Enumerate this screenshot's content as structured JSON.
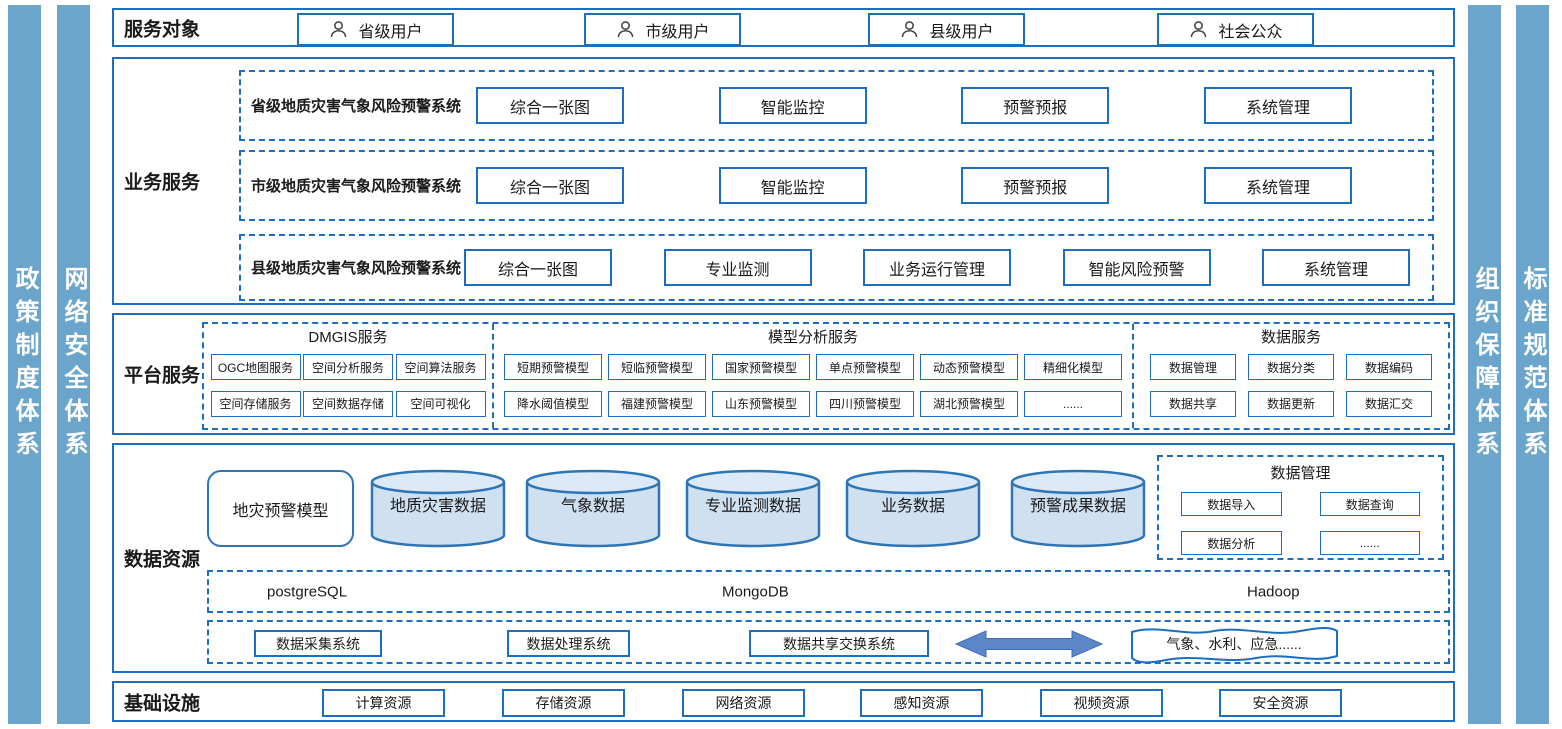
{
  "colors": {
    "accent": "#1b6ec2",
    "side_bar": "#6ba5cb",
    "cylinder_fill": "#cfe0f1",
    "cylinder_border": "#2e75b6",
    "arrow": "#5b87c8"
  },
  "side_bars": {
    "left": [
      "政策制度体系",
      "网络安全体系"
    ],
    "right": [
      "组织保障体系",
      "标准规范体系"
    ]
  },
  "service_targets": {
    "label": "服务对象",
    "items": [
      "省级用户",
      "市级用户",
      "县级用户",
      "社会公众"
    ]
  },
  "business_services": {
    "label": "业务服务",
    "systems": [
      {
        "name": "省级地质灾害气象风险预警系统",
        "modules": [
          "综合一张图",
          "智能监控",
          "预警预报",
          "系统管理"
        ]
      },
      {
        "name": "市级地质灾害气象风险预警系统",
        "modules": [
          "综合一张图",
          "智能监控",
          "预警预报",
          "系统管理"
        ]
      },
      {
        "name": "县级地质灾害气象风险预警系统",
        "modules": [
          "综合一张图",
          "专业监测",
          "业务运行管理",
          "智能风险预警",
          "系统管理"
        ]
      }
    ]
  },
  "platform_services": {
    "label": "平台服务",
    "groups": [
      {
        "title": "DMGIS服务",
        "rows": [
          [
            "OGC地图服务",
            "空间分析服务",
            "空间算法服务"
          ],
          [
            "空间存储服务",
            "空间数据存储",
            "空间可视化"
          ]
        ]
      },
      {
        "title": "模型分析服务",
        "rows": [
          [
            "短期预警模型",
            "短临预警模型",
            "国家预警模型",
            "单点预警模型",
            "动态预警模型",
            "精细化模型"
          ],
          [
            "降水阈值模型",
            "福建预警模型",
            "山东预警模型",
            "四川预警模型",
            "湖北预警模型",
            "......"
          ]
        ]
      },
      {
        "title": "数据服务",
        "rows": [
          [
            "数据管理",
            "数据分类",
            "数据编码"
          ],
          [
            "数据共享",
            "数据更新",
            "数据汇交"
          ]
        ]
      }
    ]
  },
  "data_resources": {
    "label": "数据资源",
    "model_box": "地灾预警模型",
    "cylinders": [
      "地质灾害数据",
      "气象数据",
      "专业监测数据",
      "业务数据",
      "预警成果数据"
    ],
    "data_management": {
      "title": "数据管理",
      "items": [
        "数据导入",
        "数据查询",
        "数据分析",
        "......"
      ]
    },
    "databases": [
      "postgreSQL",
      "MongoDB",
      "Hadoop"
    ],
    "systems": [
      "数据采集系统",
      "数据处理系统",
      "数据共享交换系统"
    ],
    "external": "气象、水利、应急......"
  },
  "infrastructure": {
    "label": "基础设施",
    "items": [
      "计算资源",
      "存储资源",
      "网络资源",
      "感知资源",
      "视频资源",
      "安全资源"
    ]
  }
}
